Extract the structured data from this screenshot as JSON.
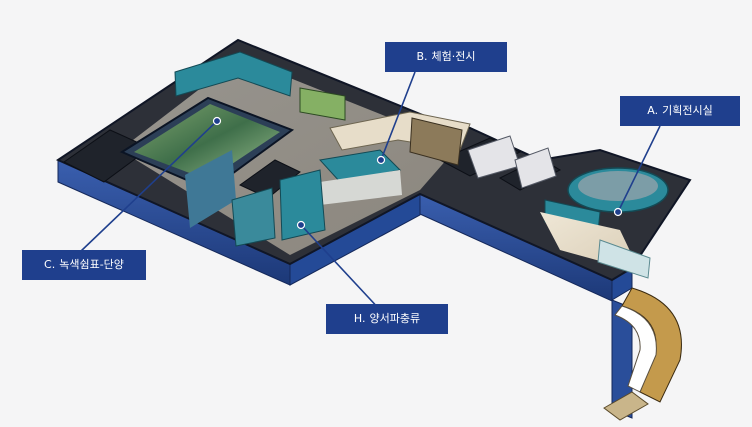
{
  "colors": {
    "background": "#f5f5f6",
    "label_bg": "#1f3f8d",
    "wall_blue": "#2a4e9a",
    "floor_beige": "#e6dccb",
    "teal_display": "#2b8a9b",
    "outline": "#1a2a4a"
  },
  "markers": [
    {
      "code": "A.",
      "name": "기획전시실",
      "icon": "location-dot-icon"
    },
    {
      "code": "B.",
      "name": "체험·전시",
      "icon": "location-dot-icon"
    },
    {
      "code": "C.",
      "name": "녹색쉼표-단양",
      "icon": "location-dot-icon"
    },
    {
      "code": "H.",
      "name": "양서파충류",
      "icon": "location-dot-icon"
    }
  ]
}
